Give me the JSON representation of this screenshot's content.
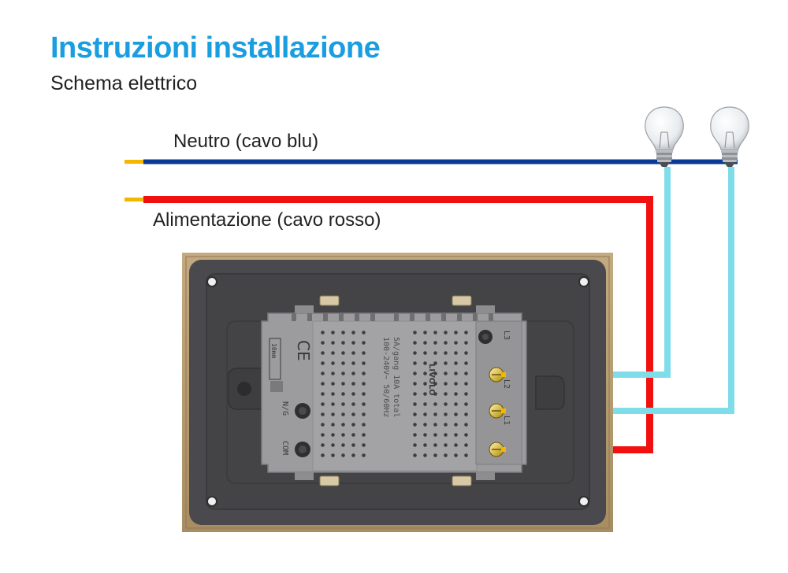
{
  "header": {
    "title": "Instruzioni installazione",
    "subtitle": "Schema elettrico"
  },
  "wires": {
    "neutral_label": "Neutro (cavo blu)",
    "supply_label": "Alimentazione (cavo rosso)",
    "neutral_color": "#0b3a94",
    "supply_color": "#f20f0f",
    "load_color": "#7fdce9",
    "stub_color": "#f5b600"
  },
  "device": {
    "frame_color": "#b79b6f",
    "plate_color": "#4a4a4e",
    "module_color": "#9c9c9e",
    "brand": "LIVOLO",
    "ce_mark": "CE",
    "strip_length": "10mm",
    "spec_line_1": "100-240V~  50/60Hz",
    "spec_line_2": "5A/gang  10A total",
    "terminals_right": [
      "L3",
      "L2",
      "L1"
    ],
    "terminals_left": [
      "N/G",
      "COM"
    ]
  },
  "icons": [
    "bulb-icon",
    "bulb-icon"
  ]
}
